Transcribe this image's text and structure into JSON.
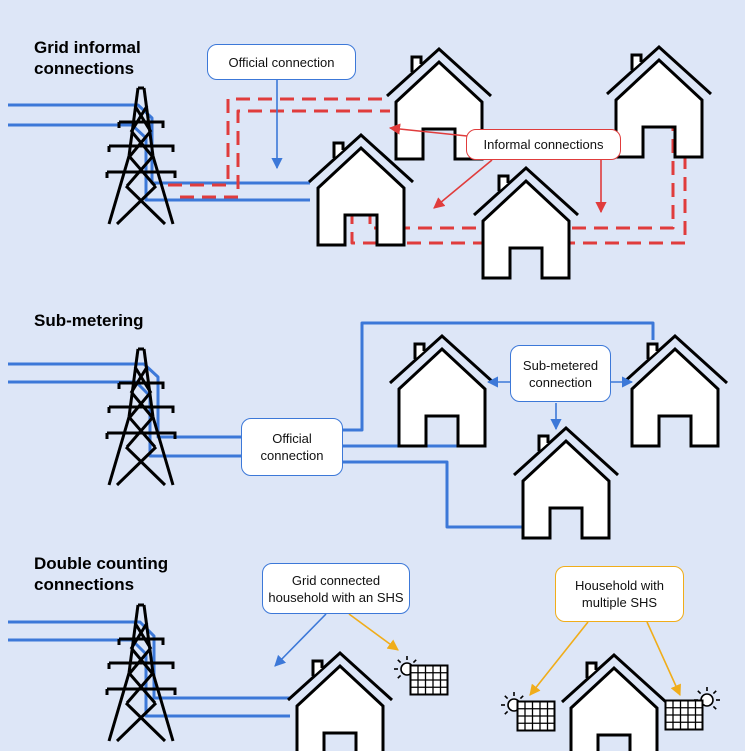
{
  "sections": {
    "informal": {
      "title_line1": "Grid informal",
      "title_line2": "connections",
      "official_label": "Official connection",
      "informal_label": "Informal connections"
    },
    "submetering": {
      "title": "Sub-metering",
      "submetered_label": "Sub-metered\nconnection",
      "official_label": "Official\nconnection"
    },
    "double": {
      "title_line1": "Double counting",
      "title_line2": "connections",
      "grid_shs_label": "Grid connected\nhousehold with an SHS",
      "multiple_shs_label": "Household with\nmultiple SHS"
    }
  },
  "colors": {
    "background": "#dde6f7",
    "official_blue": "#3c78d8",
    "informal_red": "#e03c3c",
    "shs_orange": "#f0ad1a"
  },
  "icons": [
    "pylon-icon",
    "house-icon",
    "solar-panel-icon",
    "sun-icon"
  ]
}
